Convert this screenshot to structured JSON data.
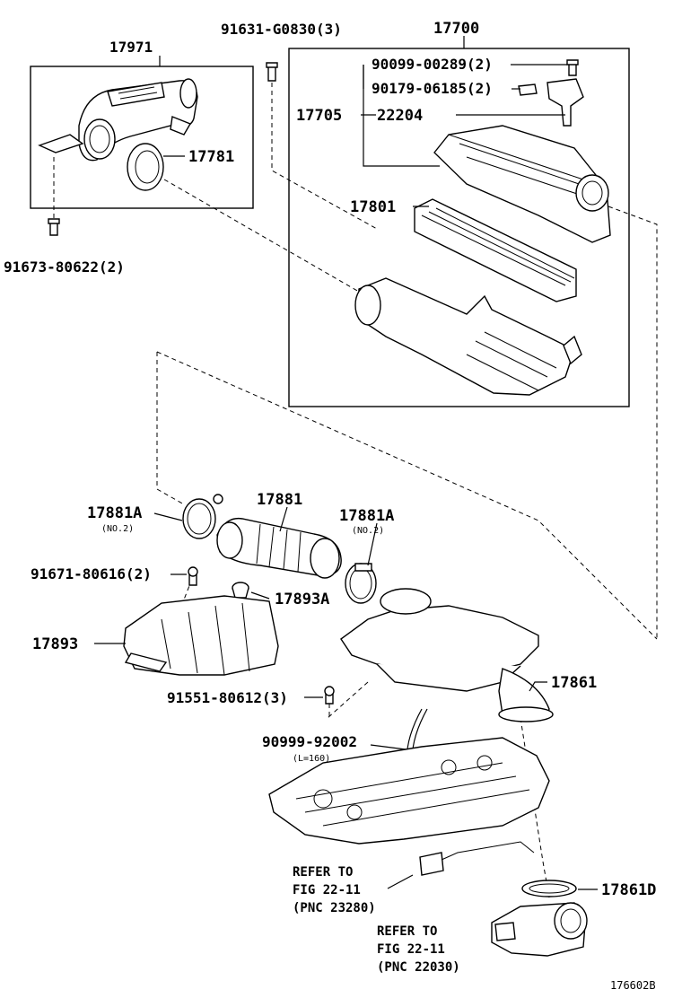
{
  "diagram_id": "176602B",
  "labels": {
    "p17971": "17971",
    "p91631": "91631-G0830(3)",
    "p17700": "17700",
    "p90099_289": "90099-00289(2)",
    "p90179": "90179-06185(2)",
    "p17705": "17705",
    "p22204": "22204",
    "p17781": "17781",
    "p17801": "17801",
    "p91673": "91673-80622(2)",
    "p17881": "17881",
    "p17881A_left": "17881A",
    "p17881A_left_note": "(NO.2)",
    "p17881A_right": "17881A",
    "p17881A_right_note": "(NO.2)",
    "p91671": "91671-80616(2)",
    "p17893A": "17893A",
    "p17893": "17893",
    "p17861": "17861",
    "p91551": "91551-80612(3)",
    "p90999": "90999-92002",
    "p90999_note": "(L=160)",
    "p17861D": "17861D"
  },
  "references": [
    {
      "line1": "REFER TO",
      "line2": "FIG 22-11",
      "line3": "(PNC 23280)"
    },
    {
      "line1": "REFER TO",
      "line2": "FIG 22-11",
      "line3": "(PNC 22030)"
    }
  ],
  "icons": [
    "bolt-icon",
    "clamp-icon",
    "hose-icon",
    "filter-icon",
    "air-cleaner-icon",
    "throttle-body-icon",
    "valve-cover-icon",
    "sensor-icon"
  ]
}
